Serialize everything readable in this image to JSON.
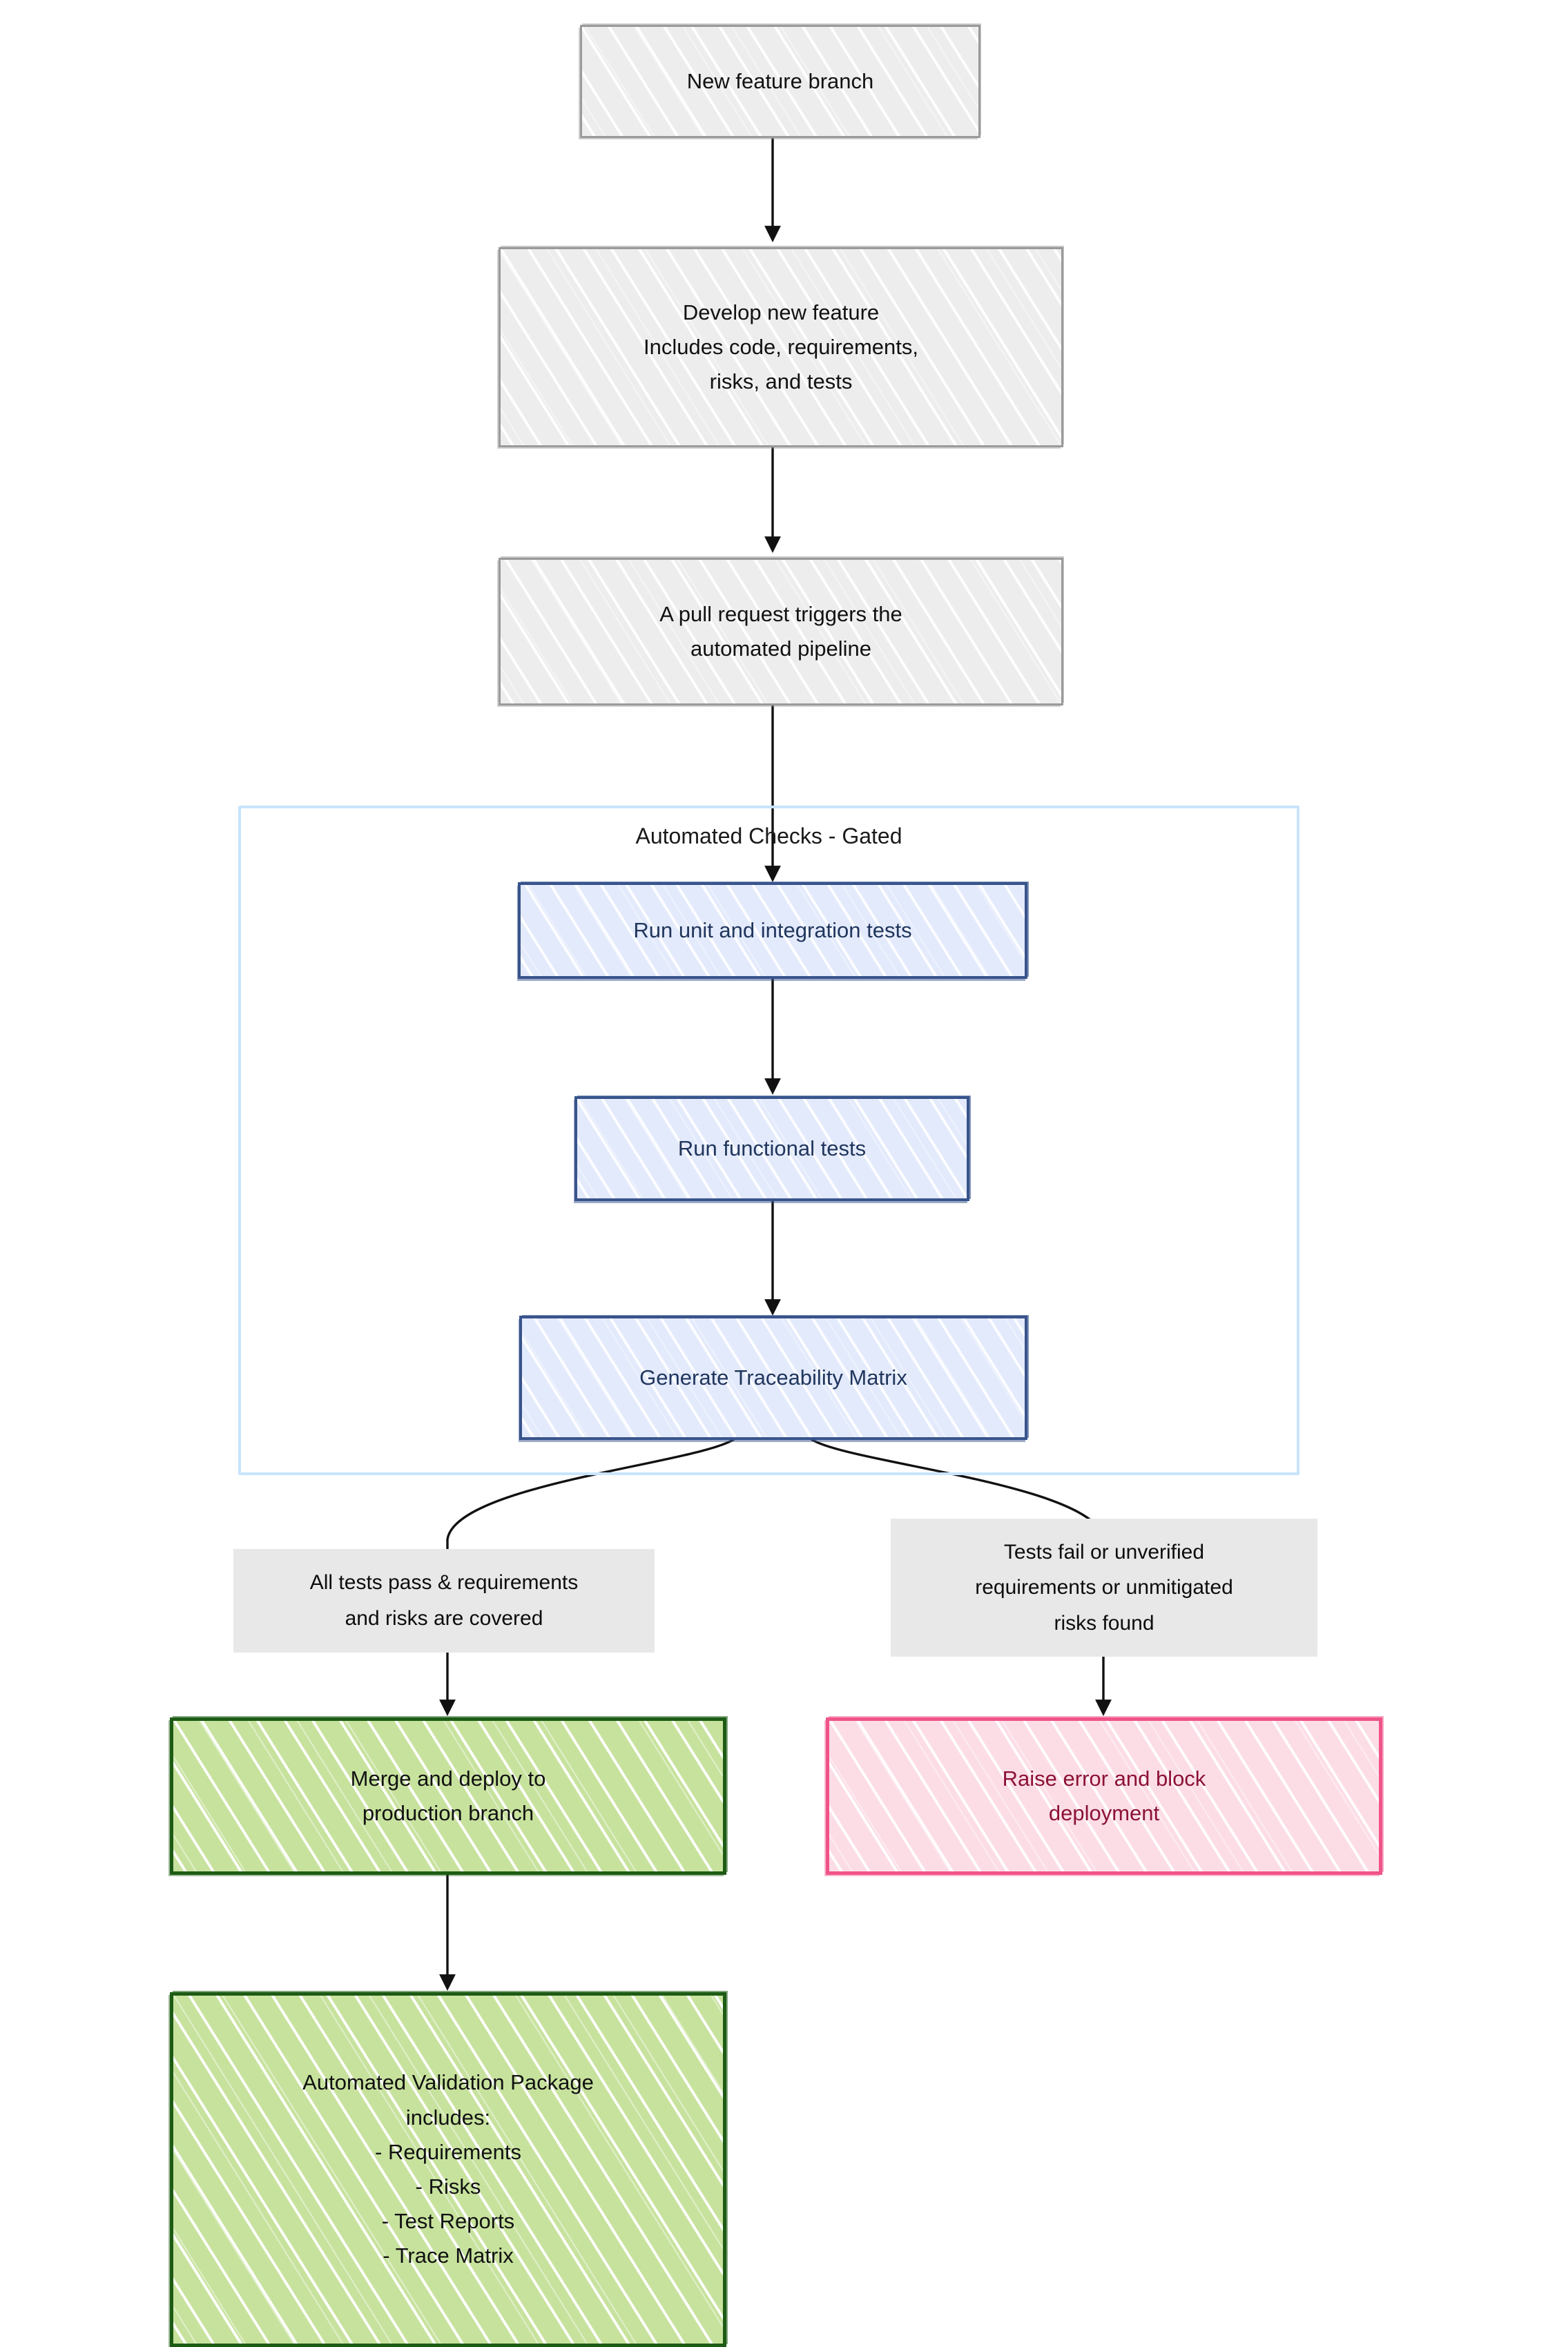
{
  "diagram": {
    "title": "CI/CD automated validation pipeline flowchart",
    "direction": "top-down",
    "background": "#ffffff"
  },
  "palette": {
    "grey_fill": "#ededed",
    "grey_stroke": "#9a9a9a",
    "blue_fill": "#e3eafc",
    "blue_stroke": "#38548c",
    "blue_text": "#20365c",
    "green_fill": "#c7e29d",
    "green_stroke": "#1d5b14",
    "pink_fill": "#fcdde6",
    "pink_stroke": "#f0538a",
    "pink_text": "#8c1236",
    "subgraph_stroke": "#c9e4fb",
    "edge_label_fill": "#e8e8e8",
    "edge_stroke": "#111111"
  },
  "nodes": {
    "new_feature_branch": {
      "label": "New feature branch",
      "style": "grey"
    },
    "develop_feature": {
      "label": "Develop new feature\nIncludes code, requirements,\nrisks, and tests",
      "style": "grey"
    },
    "pull_request": {
      "label": "A pull request triggers the\nautomated pipeline",
      "style": "grey"
    },
    "unit_tests": {
      "label": "Run unit and integration tests",
      "style": "blue"
    },
    "functional_tests": {
      "label": "Run functional tests",
      "style": "blue"
    },
    "trace_matrix": {
      "label": "Generate Traceability Matrix",
      "style": "blue"
    },
    "merge_deploy": {
      "label": "Merge and deploy to\nproduction branch",
      "style": "green"
    },
    "raise_error": {
      "label": "Raise error and block\ndeployment",
      "style": "pink"
    },
    "validation_package": {
      "label": "Automated Validation Package\nincludes:\n- Requirements\n- Risks\n- Test Reports\n- Trace Matrix",
      "style": "green"
    }
  },
  "subgraph": {
    "title": "Automated Checks - Gated",
    "contains": [
      "unit_tests",
      "functional_tests",
      "trace_matrix"
    ]
  },
  "edge_labels": {
    "pass_branch": "All tests pass & requirements\nand risks are covered",
    "fail_branch": "Tests fail or unverified\nrequirements or unmitigated\nrisks found"
  },
  "edges": [
    {
      "from": "new_feature_branch",
      "to": "develop_feature",
      "label": ""
    },
    {
      "from": "develop_feature",
      "to": "pull_request",
      "label": ""
    },
    {
      "from": "pull_request",
      "to": "unit_tests",
      "label": ""
    },
    {
      "from": "unit_tests",
      "to": "functional_tests",
      "label": ""
    },
    {
      "from": "functional_tests",
      "to": "trace_matrix",
      "label": ""
    },
    {
      "from": "trace_matrix",
      "to": "merge_deploy",
      "label": "All tests pass & requirements and risks are covered"
    },
    {
      "from": "trace_matrix",
      "to": "raise_error",
      "label": "Tests fail or unverified requirements or unmitigated risks found"
    },
    {
      "from": "merge_deploy",
      "to": "validation_package",
      "label": ""
    }
  ]
}
